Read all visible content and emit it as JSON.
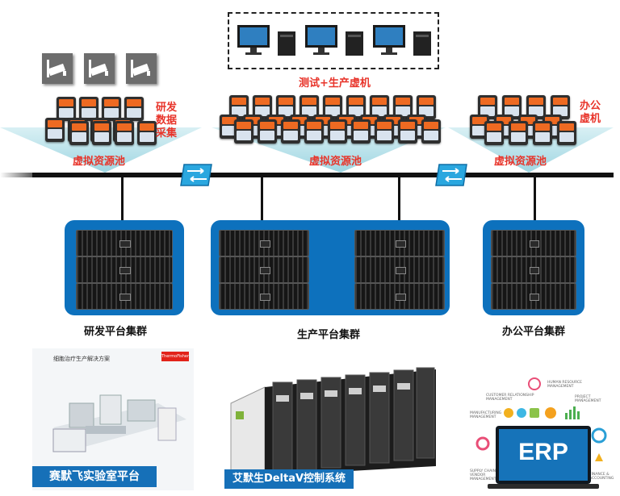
{
  "labels": {
    "test_prod_vm": "测试+生产虚机",
    "rd_data": "研发\n数据\n采集",
    "office_vm": "办公\n虚机",
    "pool_left": "虚拟资源池",
    "pool_mid": "虚拟资源池",
    "pool_right": "虚拟资源池",
    "cluster_rd": "研发平台集群",
    "cluster_prod": "生产平台集群",
    "cluster_office": "办公平台集群"
  },
  "bottom": {
    "lab_platform": "赛默飞实验室平台",
    "deltav": "艾默生DeltaV控制系统",
    "erp": "ERP",
    "thermo_logo": "ThermoFisher",
    "lab_heading": "细胞治疗生产解决方案",
    "erp_terms": [
      "CUSTOMER RELATIONSHIP MANAGEMENT",
      "HUMAN RESOURCE MANAGEMENT",
      "PROJECT MANAGEMENT",
      "MANUFACTURING MANAGEMENT",
      "SUPPLY CHAIN & VENDOR MANAGEMENT",
      "FINANCE & ACCOUNTING"
    ]
  },
  "colors": {
    "accent_red": "#e8342a",
    "cluster_blue": "#0d71bd",
    "vm_orange": "#ee6a22",
    "pool_cyan": "#bfe6ee"
  }
}
